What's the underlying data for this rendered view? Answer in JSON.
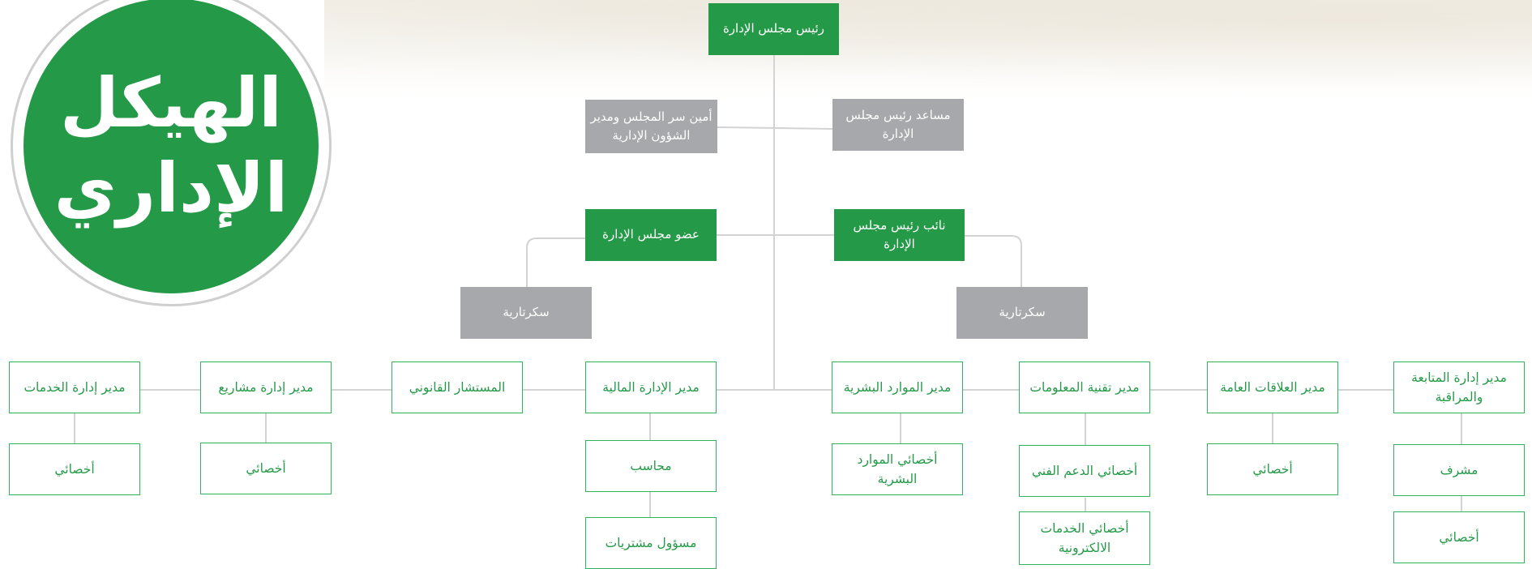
{
  "title": {
    "line1": "الهيكل",
    "line2": "الإداري"
  },
  "chairman": "رئيس مجلس الإدارة",
  "board_secretary": "أمين سر المجلس ومدير الشؤون الإدارية",
  "chairman_assistant": "مساعد رئيس مجلس الإدارة",
  "board_member": "عضو مجلس الإدارة",
  "vice_chairman": "نائب رئيس مجلس الإدارة",
  "secretariat_left": "سكرتارية",
  "secretariat_right": "سكرتارية",
  "departments": {
    "monitoring": {
      "manager": "مدير إدارة المتابعة والمراقبة",
      "sub1": "مشرف",
      "sub2": "أخصائي"
    },
    "public_relations": {
      "manager": "مدير العلاقات العامة",
      "sub1": "أخصائي"
    },
    "it": {
      "manager": "مدير تقنية المعلومات",
      "sub1": "أخصائي الدعم الفني",
      "sub2": "أخصائي الخدمات الالكترونية"
    },
    "hr": {
      "manager": "مدير الموارد البشرية",
      "sub1": "أخصائي الموارد البشرية"
    },
    "finance": {
      "manager": "مدير الإدارة المالية",
      "sub1": "محاسب",
      "sub2": "مسؤول مشتريات"
    },
    "legal": {
      "manager": "المستشار القانوني"
    },
    "projects": {
      "manager": "مدير إدارة مشاريع",
      "sub1": "أخصائي"
    },
    "services": {
      "manager": "مدير إدارة الخدمات",
      "sub1": "أخصائي"
    }
  },
  "colors": {
    "green": "#249a48",
    "gray": "#a7a8ab",
    "outline_green": "#2fb35c",
    "connector": "#d3d3d3"
  }
}
